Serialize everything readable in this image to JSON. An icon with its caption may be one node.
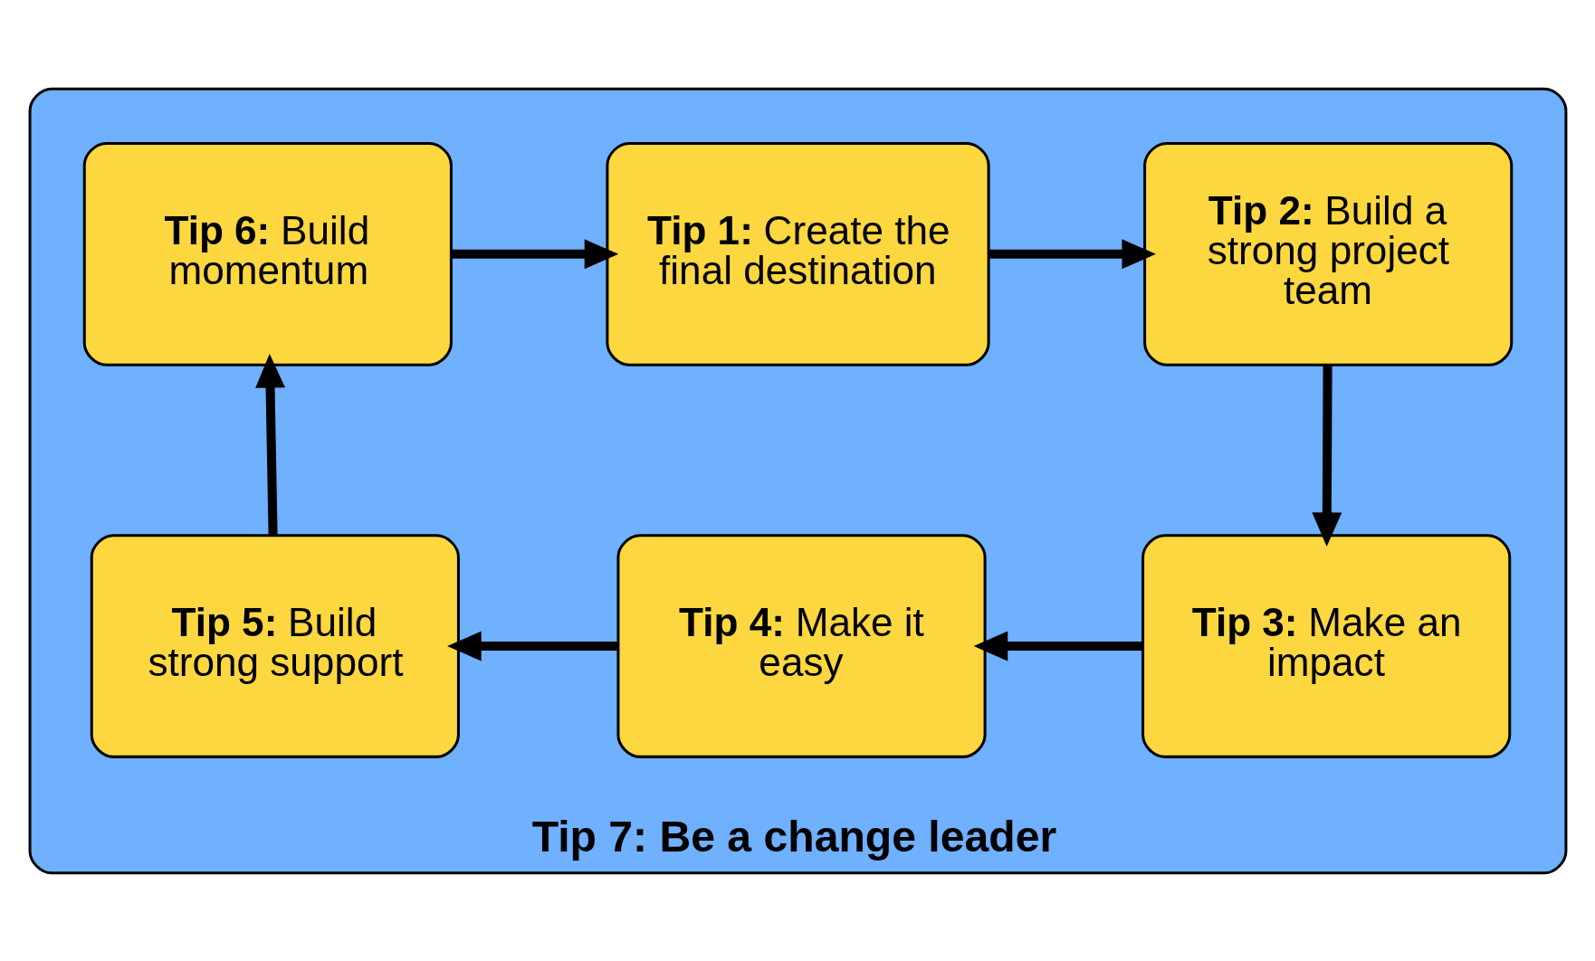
{
  "diagram": {
    "nodes": [
      {
        "text": [
          "**Tip 7: Be a change leader**"
        ]
      },
      {
        "text": [
          "**Tip 1:** Create the final destination"
        ],
        "in": 0
      },
      {
        "text": [
          "**Tip 2:** Build a strong project team"
        ],
        "in": 0
      },
      {
        "text": [
          "**Tip 3:** Make an impact"
        ],
        "in": 0
      },
      {
        "text": [
          "**Tip 4:** Make it easy"
        ],
        "in": 0
      },
      {
        "text": [
          "**Tip 5:** Build strong support"
        ],
        "in": 0
      },
      {
        "text": [
          "**Tip 6:** Build momentum"
        ],
        "in": 0
      }
    ],
    "edges": [
      {
        "from": 6,
        "to": 1,
        "arrow": "to"
      },
      {
        "from": 1,
        "to": 2,
        "arrow": "to"
      },
      {
        "from": 2,
        "to": 3,
        "arrow": "to"
      },
      {
        "from": 3,
        "to": 4,
        "arrow": "to"
      },
      {
        "from": 4,
        "to": 5,
        "arrow": "to"
      },
      {
        "from": 5,
        "to": 6,
        "arrow": "to"
      }
    ]
  }
}
